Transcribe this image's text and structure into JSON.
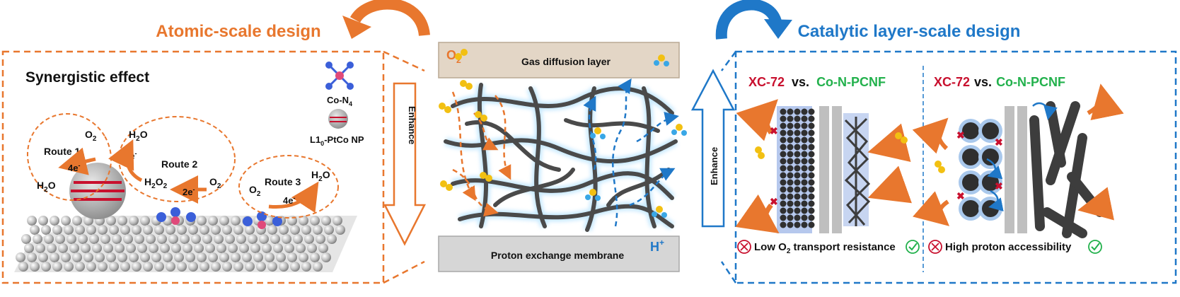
{
  "colors": {
    "orange": "#E8772E",
    "blue": "#1F78C8",
    "red": "#C8102E",
    "green": "#22B14C",
    "fiber": "#4A4A4A",
    "gdl": "#E3D6C6",
    "membrane": "#D6D6D6"
  },
  "headers": {
    "left_title": "Atomic-scale design",
    "right_title": "Catalytic layer-scale design"
  },
  "left_panel": {
    "title": "Synergistic effect",
    "legend": {
      "con4": "Co-N",
      "con4_sub": "4",
      "ptco_pre": "L1",
      "ptco_sub": "0",
      "ptco_post": "-PtCo NP"
    },
    "route1": {
      "label": "Route 1",
      "electrons": "4e",
      "sup": "-",
      "reactant_base": "O",
      "reactant_sub": "2",
      "product_base": "H",
      "product_sub": "2",
      "product_tail": "O"
    },
    "route2": {
      "label": "Route 2",
      "step1": "2e",
      "step2": "2e",
      "sup": "-",
      "water_base": "H",
      "water_sub": "2",
      "water_tail": "O",
      "peroxide_base": "H",
      "peroxide_sub1": "2",
      "peroxide_mid": "O",
      "peroxide_sub2": "2",
      "oxygen_base": "O",
      "oxygen_sub": "2"
    },
    "route3": {
      "label": "Route 3",
      "electrons": "4e",
      "sup": "-",
      "reactant_base": "O",
      "reactant_sub": "2",
      "product_base": "H",
      "product_sub": "2",
      "product_tail": "O"
    }
  },
  "center_panel": {
    "gdl_label": "Gas diffusion layer",
    "membrane_label": "Proton exchange membrane",
    "o2_base": "O",
    "o2_sub": "2",
    "proton_base": "H",
    "proton_sup": "+",
    "left_arrow_label": "Enhance",
    "right_arrow_label": "Enhance"
  },
  "right_panel": {
    "left_compare": {
      "a": "XC-72",
      "vs": "vs.",
      "b": "Co-N-PCNF"
    },
    "right_compare": {
      "a": "XC-72",
      "vs": "vs.",
      "b": "Co-N-PCNF"
    },
    "left_caption_pre": "Low O",
    "left_caption_sub": "2",
    "left_caption_post": " transport resistance",
    "right_caption": "High proton accessibility"
  }
}
